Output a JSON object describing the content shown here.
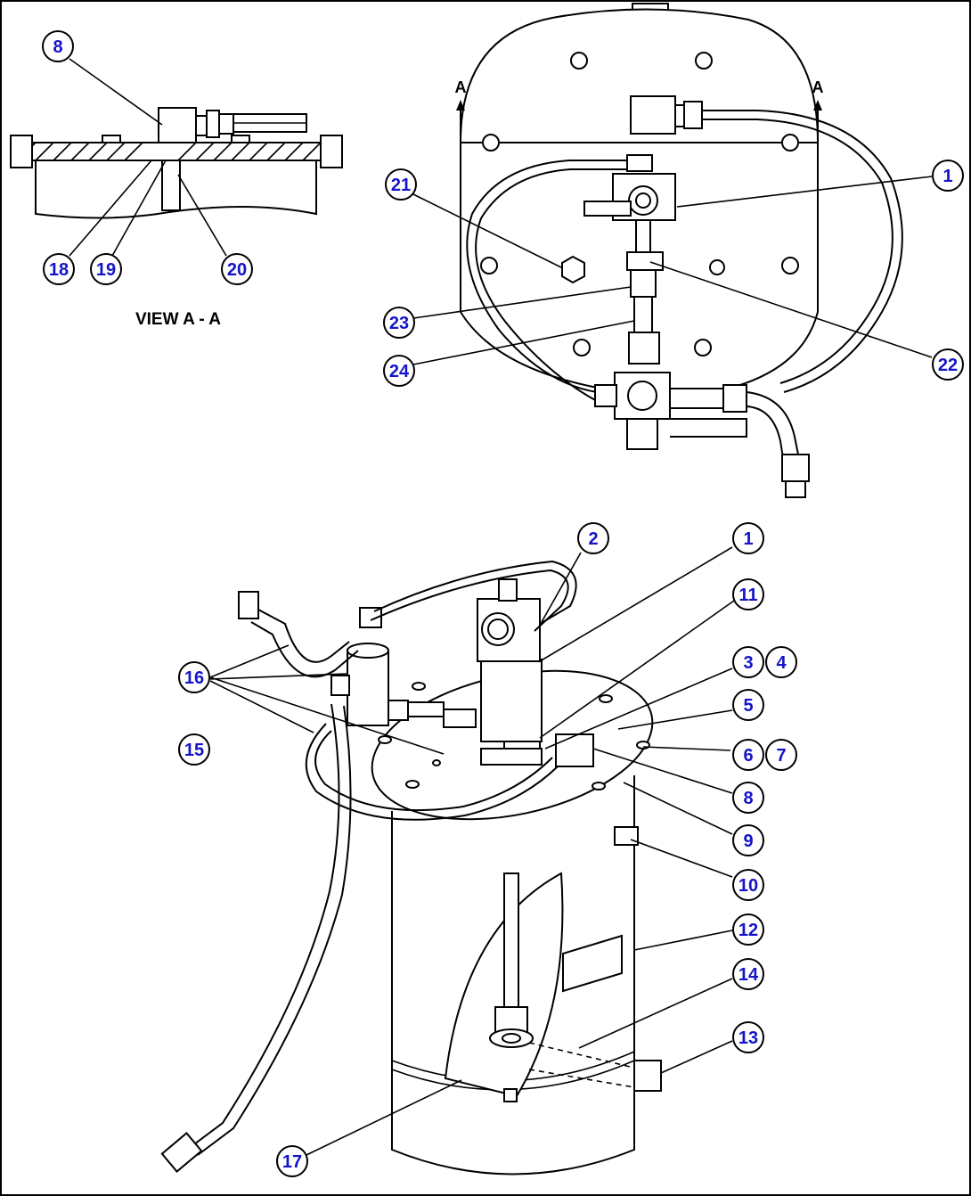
{
  "section_view": {
    "label": "VIEW A - A",
    "cut_marks": [
      "A",
      "A"
    ]
  },
  "callouts": {
    "top_view": [
      "1",
      "21",
      "22",
      "23",
      "24"
    ],
    "section": [
      "8",
      "18",
      "19",
      "20"
    ],
    "iso_view": [
      "1",
      "2",
      "3",
      "4",
      "5",
      "6",
      "7",
      "8",
      "9",
      "10",
      "11",
      "12",
      "13",
      "14",
      "15",
      "16",
      "17"
    ]
  },
  "colors": {
    "callout_text": "#1414c8",
    "line": "#000000",
    "background": "#ffffff"
  }
}
